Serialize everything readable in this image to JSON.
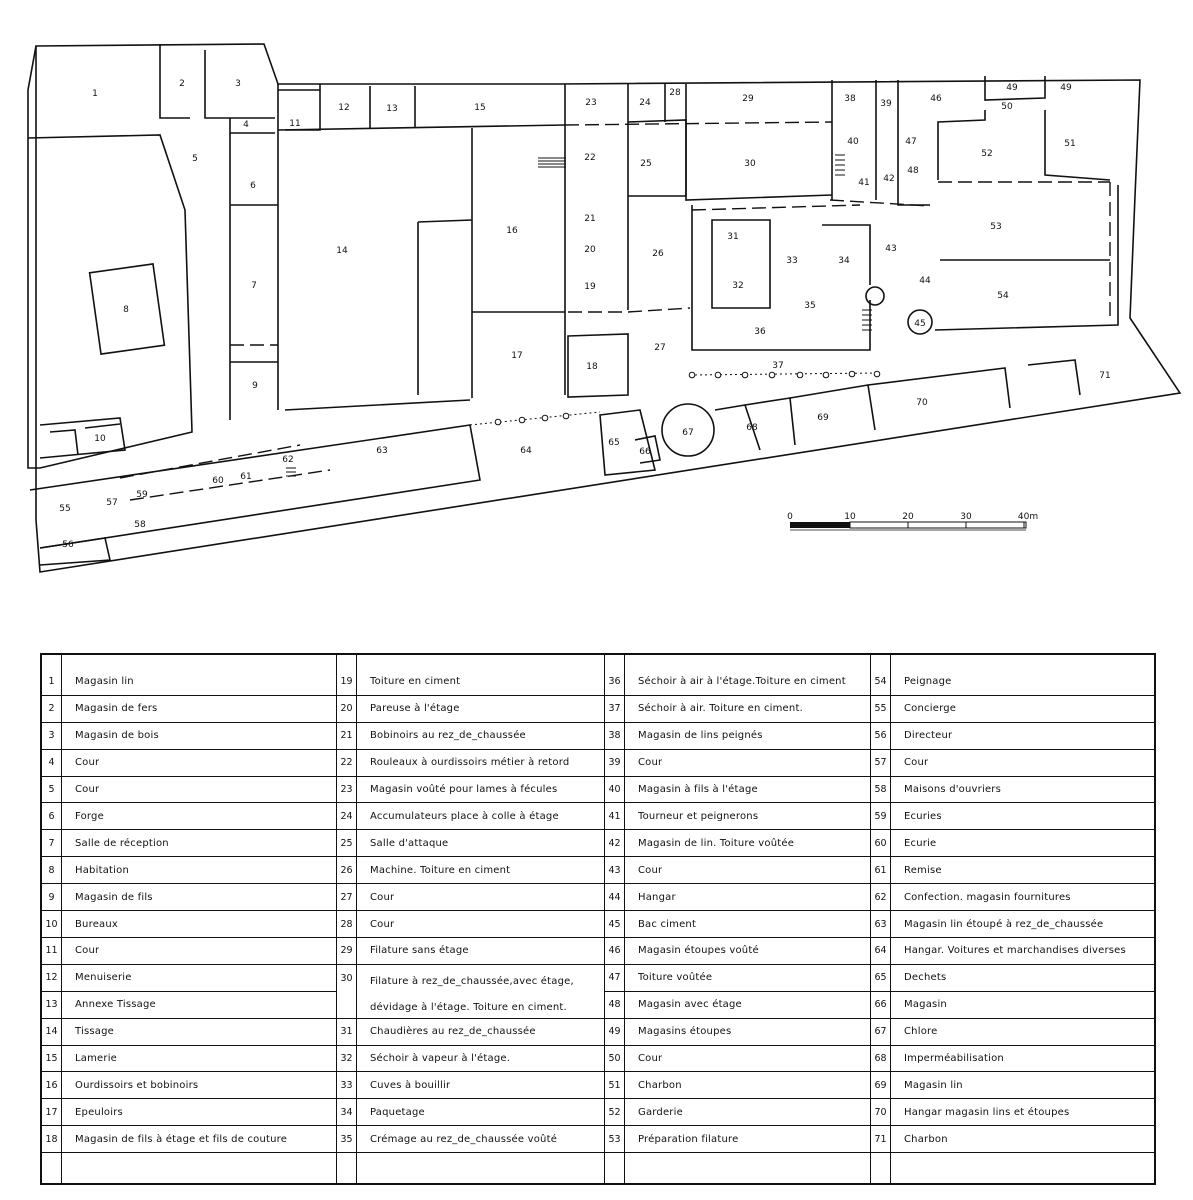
{
  "plan": {
    "rooms": [
      {
        "n": "1"
      },
      {
        "n": "2"
      },
      {
        "n": "3"
      },
      {
        "n": "4"
      },
      {
        "n": "5"
      },
      {
        "n": "6"
      },
      {
        "n": "7"
      },
      {
        "n": "8"
      },
      {
        "n": "9"
      },
      {
        "n": "10"
      },
      {
        "n": "11"
      },
      {
        "n": "12"
      },
      {
        "n": "13"
      },
      {
        "n": "14"
      },
      {
        "n": "15"
      },
      {
        "n": "16"
      },
      {
        "n": "17"
      },
      {
        "n": "18"
      },
      {
        "n": "19"
      },
      {
        "n": "20"
      },
      {
        "n": "21"
      },
      {
        "n": "22"
      },
      {
        "n": "23"
      },
      {
        "n": "24"
      },
      {
        "n": "25"
      },
      {
        "n": "26"
      },
      {
        "n": "27"
      },
      {
        "n": "28"
      },
      {
        "n": "29"
      },
      {
        "n": "30"
      },
      {
        "n": "31"
      },
      {
        "n": "32"
      },
      {
        "n": "33"
      },
      {
        "n": "34"
      },
      {
        "n": "35"
      },
      {
        "n": "36"
      },
      {
        "n": "37"
      },
      {
        "n": "38"
      },
      {
        "n": "39"
      },
      {
        "n": "40"
      },
      {
        "n": "41"
      },
      {
        "n": "42"
      },
      {
        "n": "43"
      },
      {
        "n": "44"
      },
      {
        "n": "45"
      },
      {
        "n": "46"
      },
      {
        "n": "47"
      },
      {
        "n": "48"
      },
      {
        "n": "49"
      },
      {
        "n": "49b",
        "label": "49"
      },
      {
        "n": "50"
      },
      {
        "n": "51"
      },
      {
        "n": "52"
      },
      {
        "n": "53"
      },
      {
        "n": "54"
      },
      {
        "n": "55"
      },
      {
        "n": "56"
      },
      {
        "n": "57"
      },
      {
        "n": "58"
      },
      {
        "n": "59"
      },
      {
        "n": "60"
      },
      {
        "n": "61"
      },
      {
        "n": "62"
      },
      {
        "n": "63"
      },
      {
        "n": "64"
      },
      {
        "n": "65"
      },
      {
        "n": "66"
      },
      {
        "n": "67"
      },
      {
        "n": "68"
      },
      {
        "n": "69"
      },
      {
        "n": "70"
      },
      {
        "n": "71"
      }
    ],
    "scale": {
      "ticks": [
        "0",
        "10",
        "20",
        "30",
        "40m"
      ]
    }
  },
  "legend": {
    "columns": [
      [
        {
          "n": "1",
          "t": "Magasin  lin"
        },
        {
          "n": "2",
          "t": "Magasin  de  fers"
        },
        {
          "n": "3",
          "t": "Magasin  de  bois"
        },
        {
          "n": "4",
          "t": "Cour"
        },
        {
          "n": "5",
          "t": "Cour"
        },
        {
          "n": "6",
          "t": "Forge"
        },
        {
          "n": "7",
          "t": "Salle  de  réception"
        },
        {
          "n": "8",
          "t": "Habitation"
        },
        {
          "n": "9",
          "t": "Magasin  de  fils"
        },
        {
          "n": "10",
          "t": "Bureaux"
        },
        {
          "n": "11",
          "t": "Cour"
        },
        {
          "n": "12",
          "t": "Menuiserie"
        },
        {
          "n": "13",
          "t": "Annexe   Tissage"
        },
        {
          "n": "14",
          "t": "Tissage"
        },
        {
          "n": "15",
          "t": "Lamerie"
        },
        {
          "n": "16",
          "t": "Ourdissoirs  et  bobinoirs"
        },
        {
          "n": "17",
          "t": "Epeuloirs"
        },
        {
          "n": "18",
          "t": "Magasin  de  fils  à  étage  et  fils  de  couture"
        }
      ],
      [
        {
          "n": "19",
          "t": "Toiture  en  ciment"
        },
        {
          "n": "20",
          "t": "Pareuse  à  l'étage"
        },
        {
          "n": "21",
          "t": "Bobinoirs  au  rez_de_chaussée"
        },
        {
          "n": "22",
          "t": "Rouleaux  à  ourdissoirs  métier  à  retord"
        },
        {
          "n": "23",
          "t": "Magasin  voûté  pour  lames  à  fécules"
        },
        {
          "n": "24",
          "t": "Accumulateurs  place  à  colle  à  étage"
        },
        {
          "n": "25",
          "t": "Salle  d'attaque"
        },
        {
          "n": "26",
          "t": "Machine.  Toiture  en  ciment"
        },
        {
          "n": "27",
          "t": "Cour"
        },
        {
          "n": "28",
          "t": "Cour"
        },
        {
          "n": "29",
          "t": "Filature  sans  étage"
        },
        {
          "n": "30",
          "t": "Filature  à  rez_de_chaussée,avec  étage,  dévidage  à  l'étage.  Toiture  en  ciment.",
          "double": true
        },
        {
          "n": "31",
          "t": "Chaudières  au  rez_de_chaussée"
        },
        {
          "n": "32",
          "t": "Séchoir  à  vapeur  à  l'étage."
        },
        {
          "n": "33",
          "t": "Cuves  à  bouillir"
        },
        {
          "n": "34",
          "t": "Paquetage"
        },
        {
          "n": "35",
          "t": "Crémage  au  rez_de_chaussée  voûté"
        }
      ],
      [
        {
          "n": "36",
          "t": "Séchoir  à  air  à  l'étage.Toiture  en  ciment"
        },
        {
          "n": "37",
          "t": "Séchoir  à  air.  Toiture  en  ciment."
        },
        {
          "n": "38",
          "t": "Magasin  de  lins  peignés"
        },
        {
          "n": "39",
          "t": "Cour"
        },
        {
          "n": "40",
          "t": "Magasin  à  fils  à  l'étage"
        },
        {
          "n": "41",
          "t": "Tourneur  et  peignerons"
        },
        {
          "n": "42",
          "t": "Magasin  de  lin.  Toiture  voûtée"
        },
        {
          "n": "43",
          "t": "Cour"
        },
        {
          "n": "44",
          "t": "Hangar"
        },
        {
          "n": "45",
          "t": "Bac  ciment"
        },
        {
          "n": "46",
          "t": "Magasin  étoupes  voûté"
        },
        {
          "n": "47",
          "t": "Toiture   voûtée"
        },
        {
          "n": "48",
          "t": "Magasin  avec  étage"
        },
        {
          "n": "49",
          "t": "Magasins  étoupes"
        },
        {
          "n": "50",
          "t": "Cour"
        },
        {
          "n": "51",
          "t": "Charbon"
        },
        {
          "n": "52",
          "t": "Garderie"
        },
        {
          "n": "53",
          "t": "Préparation   filature"
        }
      ],
      [
        {
          "n": "54",
          "t": "Peignage"
        },
        {
          "n": "55",
          "t": "Concierge"
        },
        {
          "n": "56",
          "t": "Directeur"
        },
        {
          "n": "57",
          "t": "Cour"
        },
        {
          "n": "58",
          "t": "Maisons   d'ouvriers"
        },
        {
          "n": "59",
          "t": "Ecuries"
        },
        {
          "n": "60",
          "t": "Ecurie"
        },
        {
          "n": "61",
          "t": "Remise"
        },
        {
          "n": "62",
          "t": "Confection. magasin  fournitures"
        },
        {
          "n": "63",
          "t": "Magasin  lin  étoupé  à  rez_de_chaussée"
        },
        {
          "n": "64",
          "t": "Hangar. Voitures  et  marchandises  diverses"
        },
        {
          "n": "65",
          "t": "Dechets"
        },
        {
          "n": "66",
          "t": "Magasin"
        },
        {
          "n": "67",
          "t": "Chlore"
        },
        {
          "n": "68",
          "t": "Imperméabilisation"
        },
        {
          "n": "69",
          "t": "Magasin  lin"
        },
        {
          "n": "70",
          "t": "Hangar  magasin  lins  et  étoupes"
        },
        {
          "n": "71",
          "t": "Charbon"
        }
      ]
    ]
  }
}
